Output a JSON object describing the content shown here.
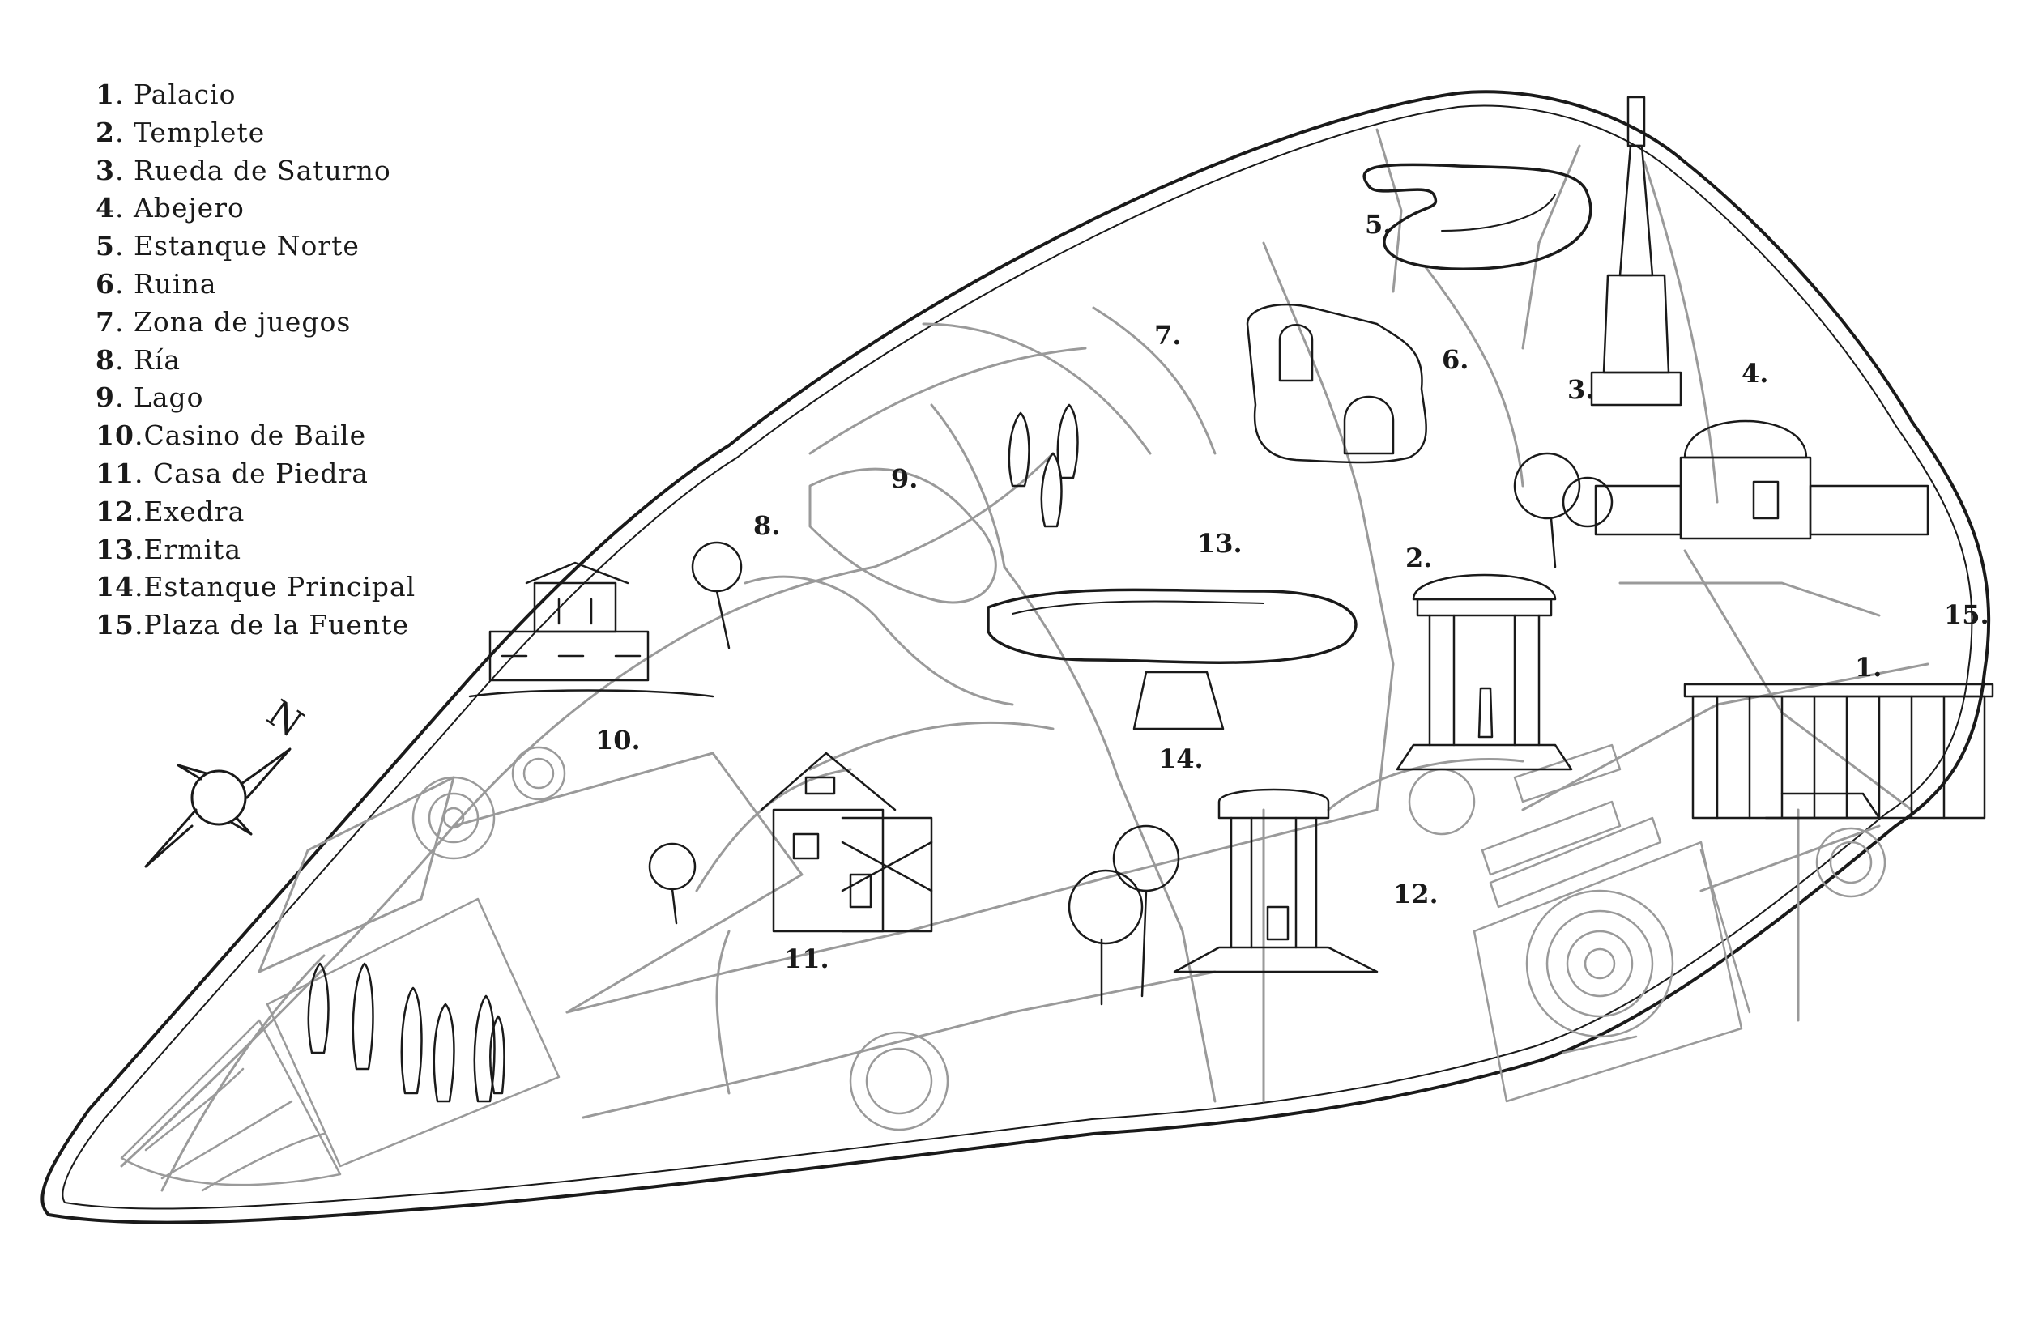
{
  "legend": [
    {
      "num": "1",
      "name": "Palacio"
    },
    {
      "num": "2",
      "name": "Templete"
    },
    {
      "num": "3",
      "name": "Rueda de Saturno"
    },
    {
      "num": "4",
      "name": "Abejero"
    },
    {
      "num": "5",
      "name": "Estanque Norte"
    },
    {
      "num": "6",
      "name": "Ruina"
    },
    {
      "num": "7",
      "name": "Zona de juegos"
    },
    {
      "num": "8",
      "name": "Ría"
    },
    {
      "num": "9",
      "name": "Lago"
    },
    {
      "num": "10",
      "name": "Casino de Baile"
    },
    {
      "num": "11",
      "name": "Casa de Piedra"
    },
    {
      "num": "12",
      "name": "Exedra"
    },
    {
      "num": "13",
      "name": "Ermita"
    },
    {
      "num": "14",
      "name": "Estanque Principal"
    },
    {
      "num": "15",
      "name": "Plaza de la Fuente"
    }
  ],
  "map_labels": {
    "l1": "1.",
    "l2": "2.",
    "l3": "3.",
    "l4": "4.",
    "l5": "5.",
    "l6": "6.",
    "l7": "7.",
    "l8": "8.",
    "l9": "9.",
    "l10": "10.",
    "l11": "11.",
    "l12": "12.",
    "l13": "13.",
    "l14": "14.",
    "l15": "15."
  },
  "compass": {
    "north": "N"
  },
  "colors": {
    "ink": "#1a1a1a",
    "path": "#9a9a9a",
    "background": "#ffffff"
  }
}
